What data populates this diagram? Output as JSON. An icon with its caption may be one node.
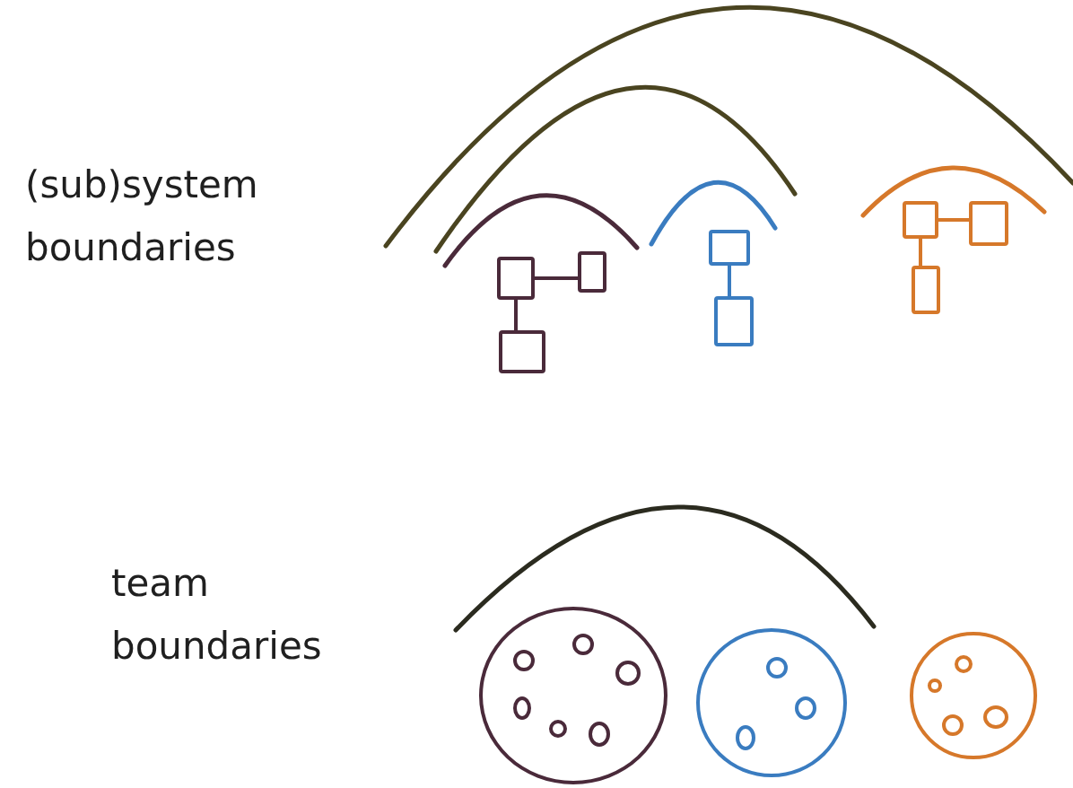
{
  "diagram": {
    "nodes": [
      {
        "text": [],
        "shape": "box"
      },
      {
        "text": [],
        "shape": "box"
      },
      {
        "text": [],
        "shape": "box"
      },
      {
        "text": [],
        "shape": "box"
      },
      {
        "text": [],
        "shape": "box"
      },
      {
        "text": [],
        "shape": "box"
      },
      {
        "text": [],
        "shape": "box"
      },
      {
        "text": [],
        "shape": "box"
      },
      {
        "text": [],
        "shape": "circle"
      },
      {
        "text": [],
        "shape": "circle",
        "in": 8
      },
      {
        "text": [],
        "shape": "circle",
        "in": 8
      },
      {
        "text": [],
        "shape": "circle",
        "in": 8
      },
      {
        "text": [],
        "shape": "circle",
        "in": 8
      },
      {
        "text": [],
        "shape": "circle",
        "in": 8
      },
      {
        "text": [],
        "shape": "circle",
        "in": 8
      },
      {
        "text": [],
        "shape": "circle"
      },
      {
        "text": [],
        "shape": "circle",
        "in": 15
      },
      {
        "text": [],
        "shape": "circle",
        "in": 15
      },
      {
        "text": [],
        "shape": "circle",
        "in": 15
      },
      {
        "text": [],
        "shape": "circle"
      },
      {
        "text": [],
        "shape": "circle",
        "in": 19
      },
      {
        "text": [],
        "shape": "circle",
        "in": 19
      },
      {
        "text": [],
        "shape": "circle",
        "in": 19
      },
      {
        "text": [],
        "shape": "circle",
        "in": 19
      }
    ],
    "edges": [
      {
        "from": 0,
        "to": 1,
        "arrow": "none"
      },
      {
        "from": 0,
        "to": 2,
        "arrow": "none"
      },
      {
        "from": 3,
        "to": 4,
        "arrow": "none",
        "color": "#3a7cc0"
      },
      {
        "from": 5,
        "to": 6,
        "arrow": "none",
        "color": "#d6782a"
      },
      {
        "from": 5,
        "to": 7,
        "arrow": "none",
        "color": "#d6782a"
      }
    ],
    "labels": [
      "(sub)system boundaries",
      "team boundaries"
    ]
  }
}
